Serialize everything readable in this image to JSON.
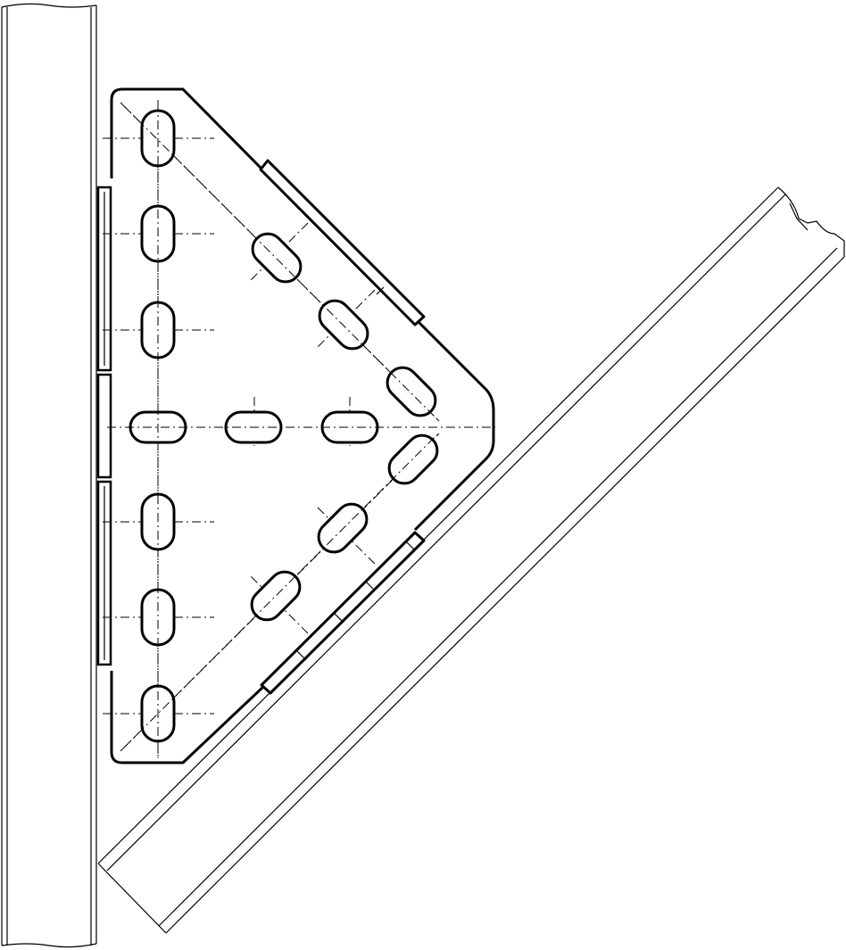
{
  "drawing": {
    "line_color": "#000000",
    "background_color": "#ffffff",
    "components": [
      "vertical-post",
      "gusset-plate",
      "diagonal-brace"
    ]
  }
}
